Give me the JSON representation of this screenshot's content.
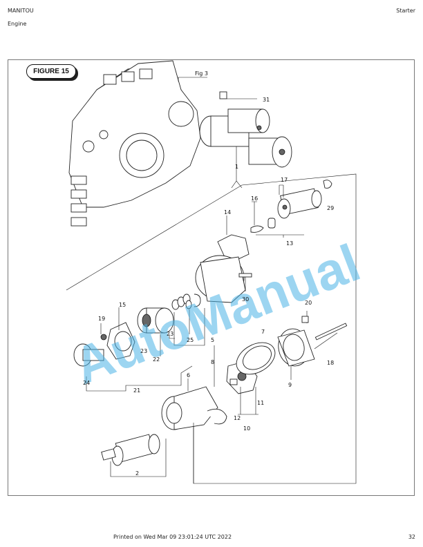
{
  "header": {
    "brand": "MANITOU",
    "section": "Engine",
    "title": "Starter"
  },
  "figure": {
    "badge": "FIGURE 15",
    "ref": "Fig 3",
    "watermark": "AutoManual",
    "callouts": [
      "1",
      "2",
      "5",
      "6",
      "7",
      "8",
      "9",
      "10",
      "11",
      "12",
      "13",
      "14",
      "15",
      "16",
      "17",
      "18",
      "19",
      "20",
      "21",
      "22",
      "23",
      "23",
      "24",
      "25",
      "29",
      "30",
      "31"
    ]
  },
  "footer": {
    "printed": "Printed on  Wed Mar 09 23:01:24 UTC 2022",
    "page": "32"
  }
}
